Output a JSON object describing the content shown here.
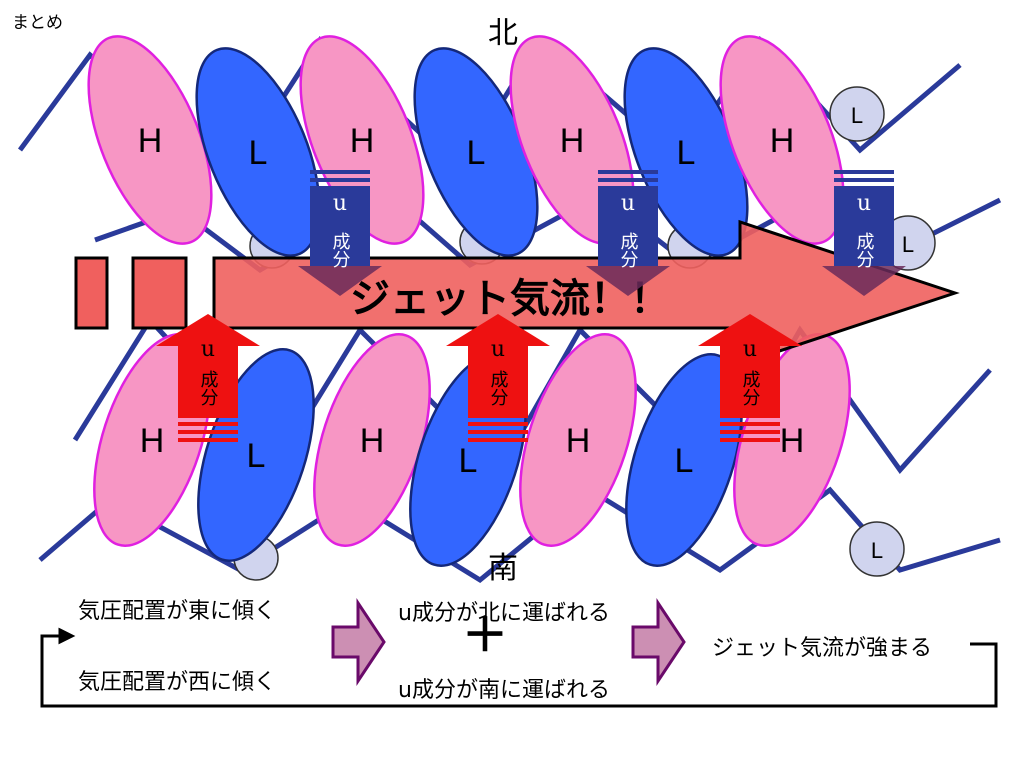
{
  "corner_label": "まとめ",
  "north_label": "北",
  "south_label": "南",
  "jet_label": "ジェット気流！！",
  "high_label": "H",
  "low_label": "L",
  "small_low_label": "L",
  "u_letter": "u",
  "u_component": "成分",
  "summary": {
    "tilt_east": "気圧配置が東に傾く",
    "tilt_west": "気圧配置が西に傾く",
    "u_north": "u成分が北に運ばれる",
    "plus": "＋",
    "u_south": "u成分が南に運ばれる",
    "result": "ジェット気流が強まる"
  },
  "colors": {
    "high_fill": "#f796c4",
    "high_stroke": "#e020e0",
    "low_fill": "#3366ff",
    "low_stroke": "#14287a",
    "wave_line": "#2a3a9a",
    "jet_fill": "#f0605e",
    "u_north_box": "#2a3a9a",
    "u_south_box": "#ee1111",
    "summary_arrow_fill": "#cc8fb3",
    "summary_arrow_stroke": "#6a0a6a",
    "small_low_fill": "#d0d4ee"
  }
}
